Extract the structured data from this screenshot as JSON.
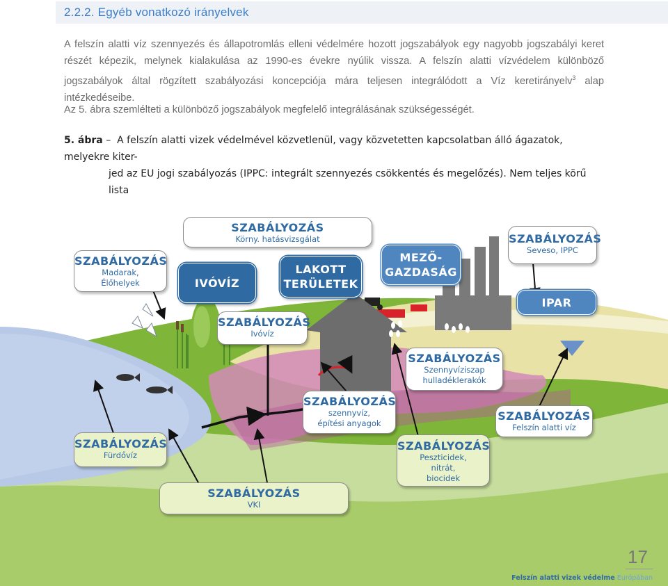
{
  "section_heading": "2.2.2. Egyéb vonatkozó irányelvek",
  "paragraph1": "A felszín alatti víz szennyezés és állapotromlás elleni védelmére hozott jogszabályok egy nagyobb jogszabályi keret részét képezik, melynek kialakulása az 1990-es évekre nyúlik vissza. A felszín alatti vízvédelem különböző jogszabályok által rögzített szabályozási koncepciója mára teljesen integrálódott a Víz keretirányelv",
  "paragraph1_sup": "3",
  "paragraph1_end": " alap intézkedéseibe.",
  "paragraph2": "Az 5. ábra szemlélteti a különböző jogszabályok megfelelő integrálásának szükségességét.",
  "figure_caption": {
    "number": "5. ábra",
    "dash": "–",
    "line1": "A felszín alatti vizek védelmével közvetlenül, vagy közvetetten kapcsolatban álló ágazatok, melyekre kiter-",
    "line2": "jed az EU jogi szabályozás (IPPC: integrált szennyezés csökkentés és megelőzés). Nem teljes körű lista"
  },
  "diagram": {
    "colors": {
      "accent_blue": "#2f6aa3",
      "light_green_box": "#eaf2c9",
      "river_blue": "#b7c9e6",
      "field_pink": "#d28ab8",
      "hill_yellow": "#e8e2a6",
      "ground_green": "#7fb63a"
    },
    "boxes": [
      {
        "title": "SZABÁLYOZÁS",
        "sub": [
          "Madarak,",
          "Élőhelyek"
        ]
      },
      {
        "title": "SZABÁLYOZÁS",
        "sub": [
          "Körny. hatásvizsgálat"
        ]
      },
      {
        "title": "SZABÁLYOZÁS",
        "sub": [
          "Seveso, IPPC"
        ]
      },
      {
        "title": "SZABÁLYOZÁS",
        "sub": [
          "Ivóvíz"
        ]
      },
      {
        "title": "SZABÁLYOZÁS",
        "sub": [
          "Szennyvíziszap",
          "hulladéklerakók"
        ]
      },
      {
        "title": "SZABÁLYOZÁS",
        "sub": [
          "szennyvíz,",
          "építési anyagok"
        ]
      },
      {
        "title": "SZABÁLYOZÁS",
        "sub": [
          "Felszín alatti víz"
        ]
      },
      {
        "title": "SZABÁLYOZÁS",
        "sub": [
          "Fürdővíz"
        ]
      },
      {
        "title": "SZABÁLYOZÁS",
        "sub": [
          "Peszticidek,",
          "nitrát,",
          "biocidek"
        ]
      },
      {
        "title": "SZABÁLYOZÁS",
        "sub": [
          "VKI"
        ]
      }
    ],
    "sectors": {
      "ivoviz": "IVÓVÍZ",
      "lakott": [
        "LAKOTT",
        "TERÜLETEK"
      ],
      "mezo": [
        "MEZŐ-",
        "GAZDASÁG"
      ],
      "ipar": "IPAR"
    }
  },
  "page_number": "17",
  "footer": {
    "bold": "Felszín alatti vizek védelme",
    "light": " Európában"
  }
}
